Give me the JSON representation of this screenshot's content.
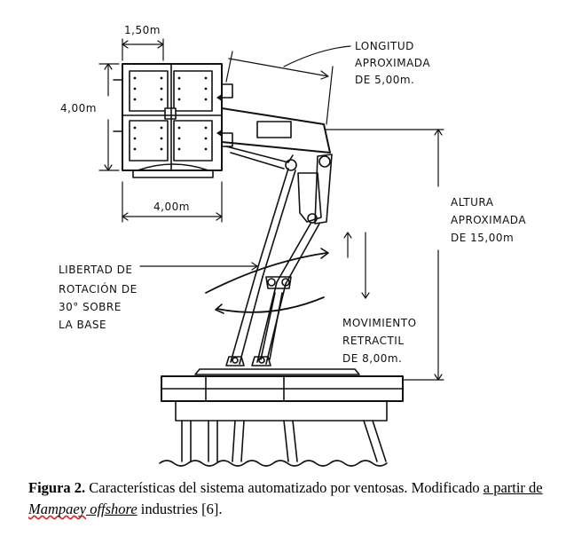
{
  "labels": {
    "dim_width_top": "1,50m",
    "dim_height_left": "4,00m",
    "dim_width_bottom": "4,00m",
    "length_line1": "LONGITUD",
    "length_line2": "APROXIMADA",
    "length_line3": "DE 5,00m.",
    "height_line1": "ALTURA",
    "height_line2": "APROXIMADA",
    "height_line3": "DE 15,00m",
    "rotation_line1": "LIBERTAD DE",
    "rotation_line2": "ROTACIÓN DE",
    "rotation_line3": "30° SOBRE",
    "rotation_line4": "LA BASE",
    "retract_line1": "MOVIMIENTO",
    "retract_line2": "RETRACTIL",
    "retract_line3": "DE 8,00m."
  },
  "caption": {
    "prefix": "Figura 2.",
    "text_1": " Características del sistema automatizado por ventosas. Modificado ",
    "underlined": "a partir de ",
    "italic_word_1": "Mampaey",
    "space": " ",
    "italic_word_2": "offshore",
    "text_2": " industries [6]."
  }
}
